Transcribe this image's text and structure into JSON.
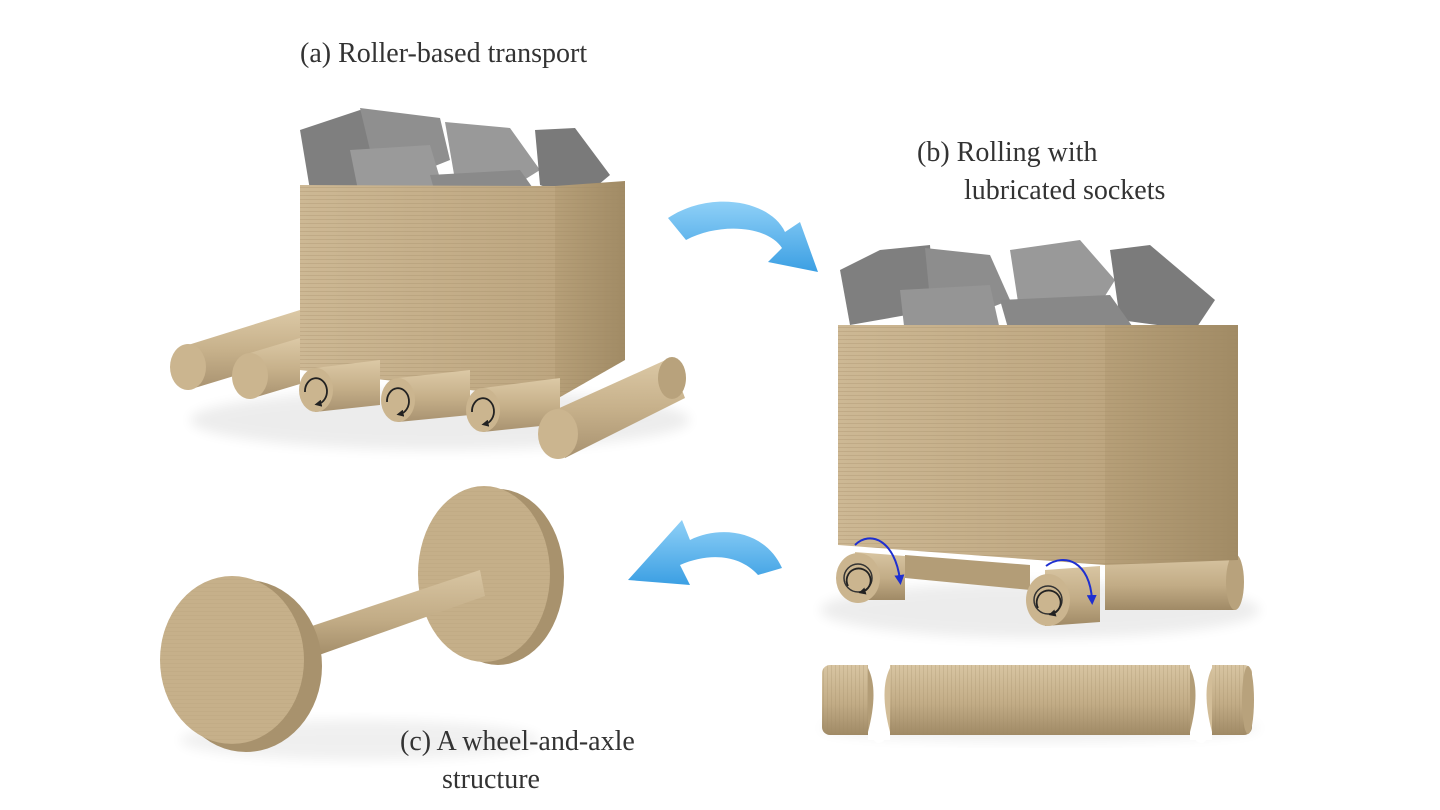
{
  "labels": {
    "a": "(a) Roller-based transport",
    "b_line1": "(b) Rolling with",
    "b_line2": "lubricated sockets",
    "c_line1": "(c) A wheel-and-axle",
    "c_line2": "structure"
  },
  "colors": {
    "background": "#ffffff",
    "wood": "#c9b48e",
    "wood_dark": "#a8936d",
    "stone": "#8e8e8e",
    "arrow": "#5bb4ec",
    "rotation_mark": "#1e2fd0"
  },
  "icons": [
    "curved-arrow-right-icon",
    "curved-arrow-left-icon",
    "rotation-arrow-icon"
  ]
}
